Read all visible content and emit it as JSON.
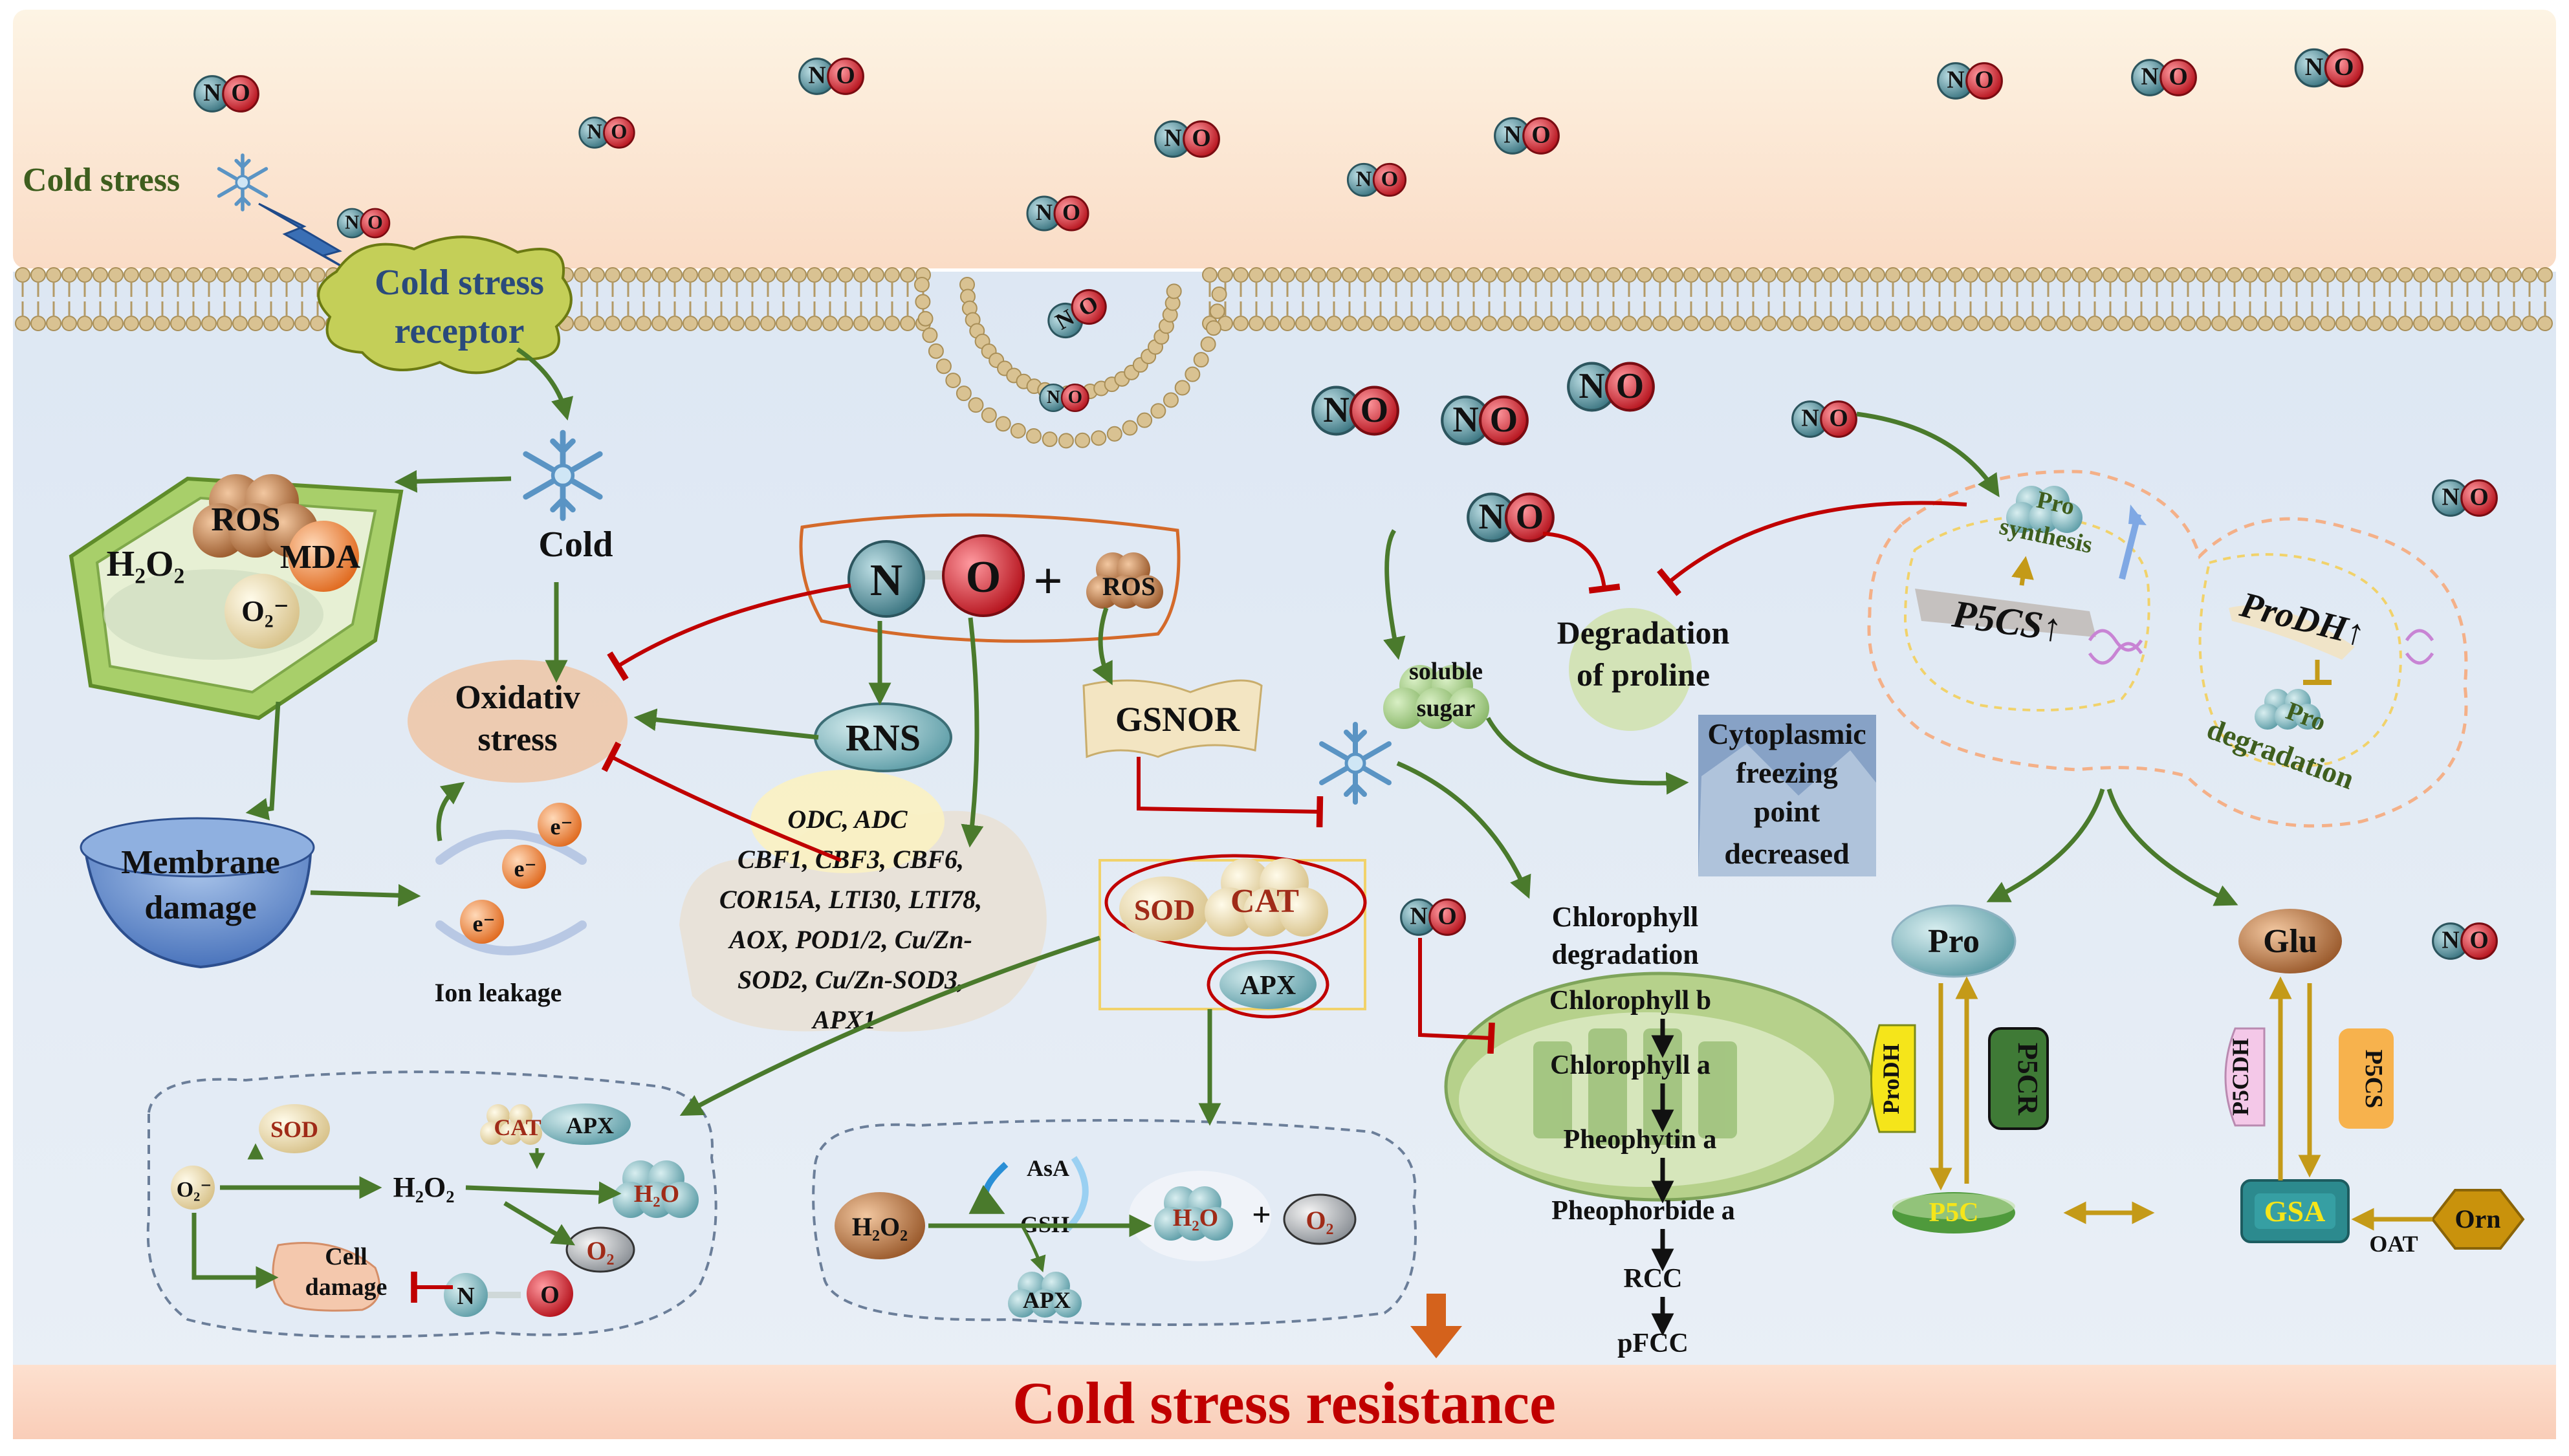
{
  "labels": {
    "cold_stress": "Cold stress",
    "receptor_line1": "Cold stress",
    "receptor_line2": "receptor",
    "no_n": "N",
    "no_o": "O",
    "cold": "Cold",
    "ros": "ROS",
    "h2o2": "H₂O₂",
    "mda": "MDA",
    "o2_radical": "O₂⁻",
    "oxidative_line1": "Oxidativ",
    "oxidative_line2": "stress",
    "plus": "+",
    "rns": "RNS",
    "gsnor": "GSNOR",
    "membrane_line1": "Membrane",
    "membrane_line2": "damage",
    "electron": "e⁻",
    "ion_leakage": "Ion leakage",
    "genes": [
      "ODC, ADC",
      "CBF1, CBF3, CBF6,",
      "COR15A, LTI30, LTI78,",
      "AOX, POD1/2, Cu/Zn-",
      "SOD2, Cu/Zn-SOD3,",
      "APX1"
    ],
    "sod": "SOD",
    "cat": "CAT",
    "apx": "APX",
    "h2o": "H₂O",
    "o2": "O₂",
    "o2_minus": "O₂⁻",
    "cell_damage_line1": "Cell",
    "cell_damage_line2": "damage",
    "asa": "AsA",
    "gsh": "GSH",
    "soluble_line1": "soluble",
    "soluble_line2": "sugar",
    "degradation_line1": "Degradation",
    "degradation_line2": "of proline",
    "freezing": [
      "Cytoplasmic",
      "freezing",
      "point",
      "decreased"
    ],
    "chl_deg_line1": "Chlorophyll",
    "chl_deg_line2": "degradation",
    "chl_steps": [
      "Chlorophyll b",
      "Chlorophyll a",
      "Pheophytin a",
      "Pheophorbide a",
      "RCC",
      "pFCC"
    ],
    "pro_synthesis_line1": "Pro",
    "pro_synthesis_line2": "synthesis",
    "p5cs_up": "P5CS↑",
    "prodh_up": "ProDH↑",
    "pro_degradation_line1": "Pro",
    "pro_degradation_line2": "degradation",
    "pro": "Pro",
    "glu": "Glu",
    "prodh": "ProDH",
    "p5cr": "P5CR",
    "p5cdh": "P5CDH",
    "p5cs": "P5CS",
    "p5c": "P5C",
    "gsa": "GSA",
    "orn": "Orn",
    "oat": "OAT",
    "resistance": "Cold stress resistance"
  },
  "colors": {
    "promote_arrow": "#4a7a2c",
    "inhibit_line": "#c00000",
    "text_dark": "#1f1f1f",
    "title_red": "#c00000",
    "outside_band": "#fbe2cc",
    "inside_area": "#dfe8f3",
    "membrane_bead": "#d9c292",
    "no_n_ball": "#4f8a96",
    "no_o_ball": "#c8202a",
    "accent_yellow": "#f5e51a"
  }
}
